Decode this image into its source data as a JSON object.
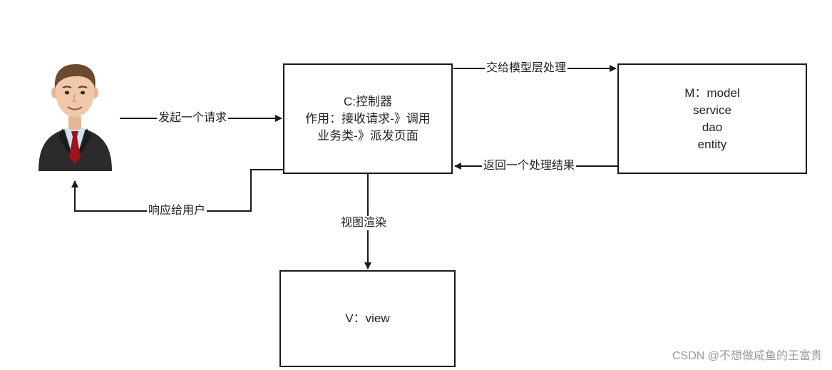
{
  "user_icon": "businessman-avatar-icon",
  "controller": {
    "lines": [
      "C:控制器",
      "作用：接收请求-》调用",
      "业务类-》派发页面"
    ]
  },
  "model": {
    "lines": [
      "M：model",
      "service",
      "dao",
      "entity"
    ]
  },
  "view": {
    "label": "V：view"
  },
  "edges": {
    "send_request": "发起一个请求",
    "to_model": "交给模型层处理",
    "return_result": "返回一个处理结果",
    "respond_user": "响应给用户",
    "render_view": "视图渲染"
  },
  "watermark": "CSDN @不想做咸鱼的王富贵",
  "colors": {
    "stroke": "#1a1a1a",
    "suit": "#2b2b2b",
    "tie": "#a3111a",
    "skin": "#f1c9a8",
    "hair": "#6b4a2f"
  }
}
